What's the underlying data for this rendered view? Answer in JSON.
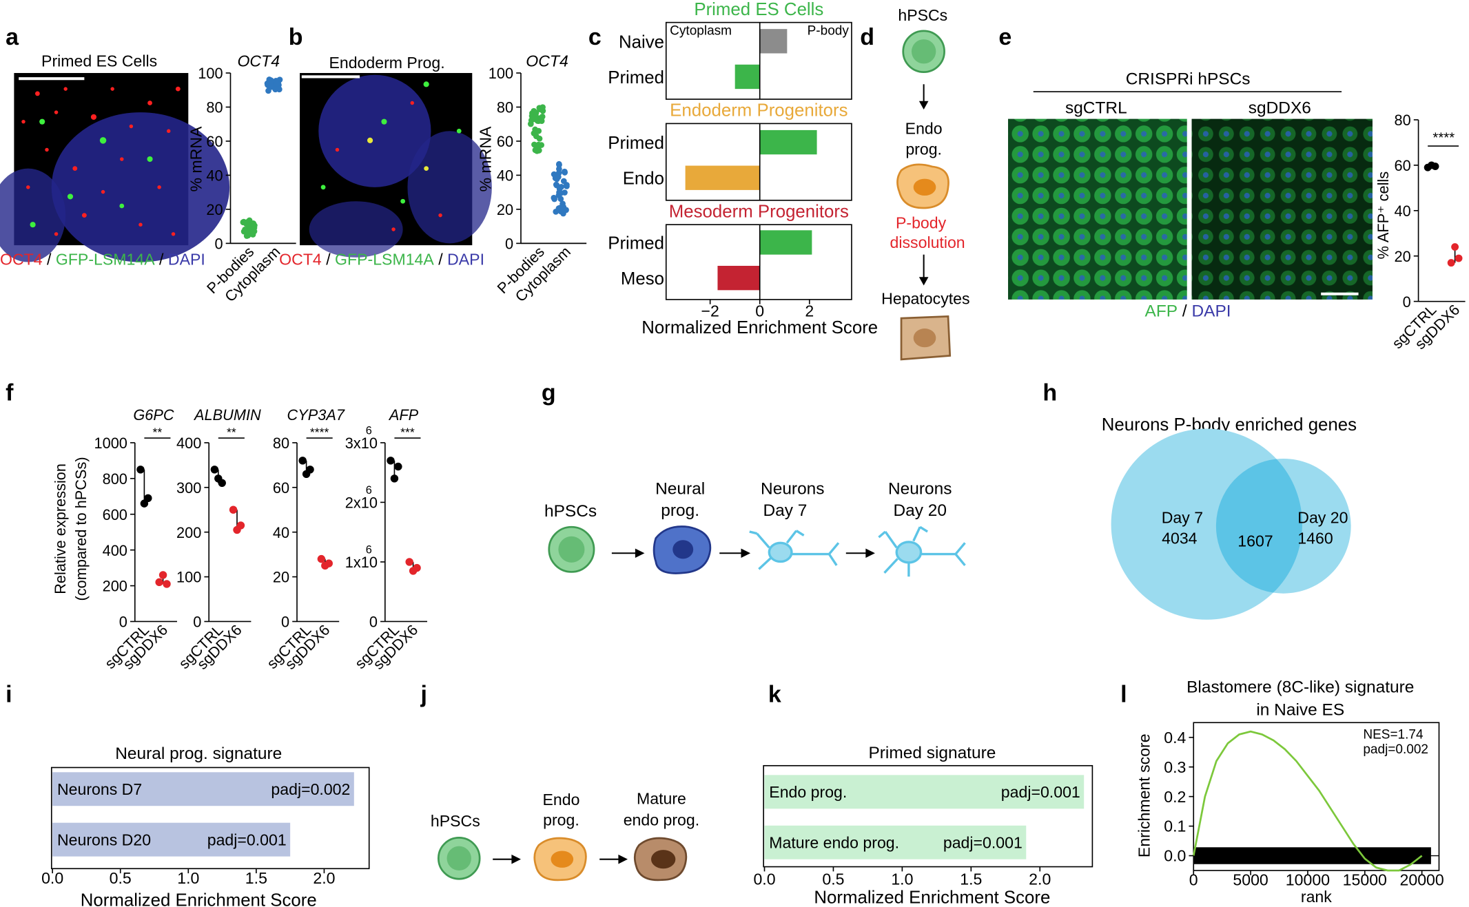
{
  "panel_letters": {
    "a": "a",
    "b": "b",
    "c": "c",
    "d": "d",
    "e": "e",
    "f": "f",
    "g": "g",
    "h": "h",
    "i": "i",
    "j": "j",
    "k": "k",
    "l": "l"
  },
  "colors": {
    "green": "#3cb54a",
    "blue": "#2f78c0",
    "red": "#e3252b",
    "orange": "#e8a93a",
    "gray": "#8c8c8c",
    "darkred": "#c42332",
    "lightblue": "#9bdbef",
    "venn_overlap": "#5cc4e6",
    "bar_purple": "#b8c3e0",
    "bar_green": "#c9f0d2",
    "gsea_line": "#7cc83b"
  },
  "a": {
    "title": "Primed ES Cells",
    "gene": "OCT4",
    "ylabel": "% mRNA",
    "yticks": [
      "0",
      "20",
      "40",
      "60",
      "80",
      "100"
    ],
    "xcats": [
      "P-bodies",
      "Cytoplasm"
    ],
    "legend": {
      "p1": "OCT4",
      "sep1": " / ",
      "p2": "GFP-LSM14A",
      "sep2": " / ",
      "p3": "DAPI"
    }
  },
  "b": {
    "title": "Endoderm Prog.",
    "gene": "OCT4",
    "ylabel": "% mRNA",
    "yticks": [
      "0",
      "20",
      "40",
      "60",
      "80",
      "100"
    ],
    "xcats": [
      "P-bodies",
      "Cytoplasm"
    ],
    "legend": {
      "p1": "OCT4",
      "sep1": " / ",
      "p2": "GFP-LSM14A",
      "sep2": " / ",
      "p3": "DAPI"
    }
  },
  "c": {
    "sec1": "Primed ES Cells",
    "sec2": "Endoderm Progenitors",
    "sec3": "Mesoderm Progenitors",
    "left_head": "Cytoplasm",
    "right_head": "P-body",
    "xlabel": "Normalized Enrichment Score",
    "xticks": [
      "−2",
      "0",
      "2"
    ],
    "rows": [
      {
        "label": "Naive",
        "value": 1.1
      },
      {
        "label": "Primed",
        "value": -1.0
      },
      {
        "label": "Primed",
        "value": 2.3
      },
      {
        "label": "Endo",
        "value": -3.0
      },
      {
        "label": "Primed",
        "value": 2.1
      },
      {
        "label": "Meso",
        "value": -1.7
      }
    ]
  },
  "d": {
    "s1": "hPSCs",
    "s2a": "Endo",
    "s2b": "prog.",
    "s3a": "P-body",
    "s3b": "dissolution",
    "s4": "Hepatocytes"
  },
  "e": {
    "header": "CRISPRi hPSCs",
    "img1": "sgCTRL",
    "img2": "sgDDX6",
    "legend1": "AFP",
    "legend_sep": " / ",
    "legend2": "DAPI",
    "ylabel": "% AFP⁺ cells",
    "yticks": [
      "0",
      "20",
      "40",
      "60",
      "80"
    ],
    "xcats": [
      "sgCTRL",
      "sgDDX6"
    ],
    "sig": "****",
    "values": {
      "sgCTRL": [
        59,
        60,
        59.5
      ],
      "sgDDX6": [
        17,
        24,
        19
      ]
    }
  },
  "f": {
    "ylabel1": "Relative expression",
    "ylabel2": "(compared to hPCSs)",
    "xcats": [
      "sgCTRL",
      "sgDDX6"
    ],
    "panels": [
      {
        "gene": "G6PC",
        "sig": "**",
        "yticks": [
          "0",
          "200",
          "400",
          "600",
          "800",
          "1000"
        ],
        "ctrl": [
          850,
          660,
          690
        ],
        "ddx6": [
          220,
          260,
          210
        ]
      },
      {
        "gene": "ALBUMIN",
        "sig": "**",
        "yticks": [
          "0",
          "100",
          "200",
          "300",
          "400"
        ],
        "ctrl": [
          340,
          320,
          310
        ],
        "ddx6": [
          250,
          205,
          215
        ]
      },
      {
        "gene": "CYP3A7",
        "sig": "****",
        "yticks": [
          "0",
          "20",
          "40",
          "60",
          "80"
        ],
        "ctrl": [
          72,
          66,
          68
        ],
        "ddx6": [
          28,
          25,
          26
        ]
      },
      {
        "gene": "AFP",
        "sig": "***",
        "yticks": [
          "0",
          "1x10",
          "2x10",
          "3x10"
        ],
        "exp": "6",
        "ctrl": [
          2700000,
          2400000,
          2600000
        ],
        "ddx6": [
          1000000,
          850000,
          900000
        ]
      }
    ]
  },
  "g": {
    "s1": "hPSCs",
    "s2a": "Neural",
    "s2b": "prog.",
    "s3a": "Neurons",
    "s3b": "Day 7",
    "s4a": "Neurons",
    "s4b": "Day 20"
  },
  "h": {
    "title": "Neurons P-body enriched genes",
    "left_label": "Day 7",
    "left_count": "4034",
    "overlap": "1607",
    "right_label": "Day 20",
    "right_count": "1460"
  },
  "i": {
    "title": "Neural prog. signature",
    "xlabel": "Normalized Enrichment Score",
    "xticks": [
      "0.0",
      "0.5",
      "1.0",
      "1.5",
      "2.0"
    ],
    "bars": [
      {
        "label": "Neurons D7",
        "padj": "padj=0.002",
        "value": 2.22
      },
      {
        "label": "Neurons D20",
        "padj": "padj=0.001",
        "value": 1.75
      }
    ]
  },
  "j": {
    "s1": "hPSCs",
    "s2a": "Endo",
    "s2b": "prog.",
    "s3a": "Mature",
    "s3b": "endo prog."
  },
  "k": {
    "title": "Primed signature",
    "xlabel": "Normalized Enrichment Score",
    "xticks": [
      "0.0",
      "0.5",
      "1.0",
      "1.5",
      "2.0"
    ],
    "bars": [
      {
        "label": "Endo prog.",
        "padj": "padj=0.001",
        "value": 2.32
      },
      {
        "label": "Mature endo prog.",
        "padj": "padj=0.001",
        "value": 1.9
      }
    ]
  },
  "l": {
    "title1": "Blastomere (8C-like) signature",
    "title2": "in Naive ES",
    "nes": "NES=1.74",
    "padj": "padj=0.002",
    "ylabel": "Enrichment score",
    "xlabel": "rank",
    "yticks": [
      "0.0",
      "0.1",
      "0.2",
      "0.3",
      "0.4"
    ],
    "xticks": [
      "0",
      "5000",
      "10000",
      "15000",
      "20000"
    ],
    "chart_data": {
      "type": "line",
      "x": [
        0,
        1000,
        2000,
        3000,
        4000,
        5000,
        6000,
        7000,
        8000,
        9000,
        10000,
        11000,
        12000,
        13000,
        14000,
        15000,
        16000,
        17000,
        18000,
        19000,
        20000
      ],
      "y": [
        0.0,
        0.2,
        0.32,
        0.38,
        0.41,
        0.42,
        0.41,
        0.39,
        0.36,
        0.32,
        0.27,
        0.22,
        0.16,
        0.1,
        0.04,
        -0.01,
        -0.04,
        -0.05,
        -0.05,
        -0.03,
        0.0
      ]
    }
  }
}
